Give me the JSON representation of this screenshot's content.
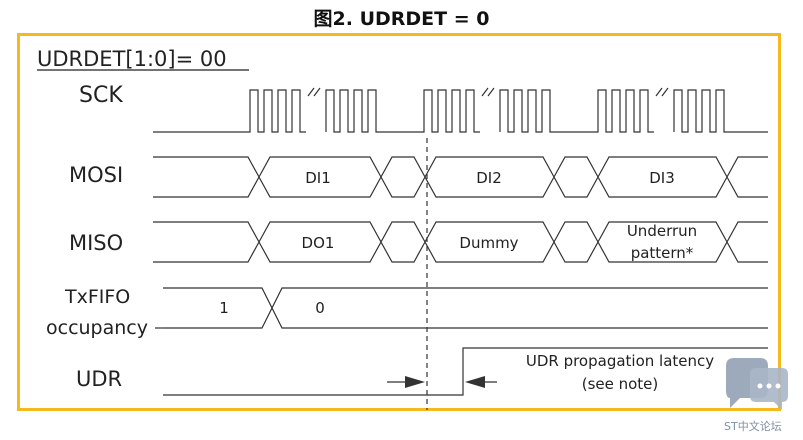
{
  "figure": {
    "title": "图2. UDRDET = 0",
    "config_label": "UDRDET[1:0]= 00"
  },
  "signals": {
    "sck": "SCK",
    "mosi": "MOSI",
    "miso": "MISO",
    "txfifo_line1": "TxFIFO",
    "txfifo_line2": "occupancy",
    "udr": "UDR"
  },
  "cells": {
    "mosi": [
      "DI1",
      "DI2",
      "DI3"
    ],
    "miso": [
      "DO1",
      "Dummy"
    ],
    "miso_underrun_line1": "Underrun",
    "miso_underrun_line2": "pattern*",
    "txfifo": [
      "1",
      "0"
    ]
  },
  "annotations": {
    "latency_line1": "UDR propagation latency",
    "latency_line2": "(see note)"
  },
  "watermark": {
    "text": "ST中文论坛",
    "icon": "chat-bubble-icon"
  },
  "colors": {
    "frame": "#F5B91E",
    "line": "#333333",
    "watermark": "#7f8fa6"
  }
}
